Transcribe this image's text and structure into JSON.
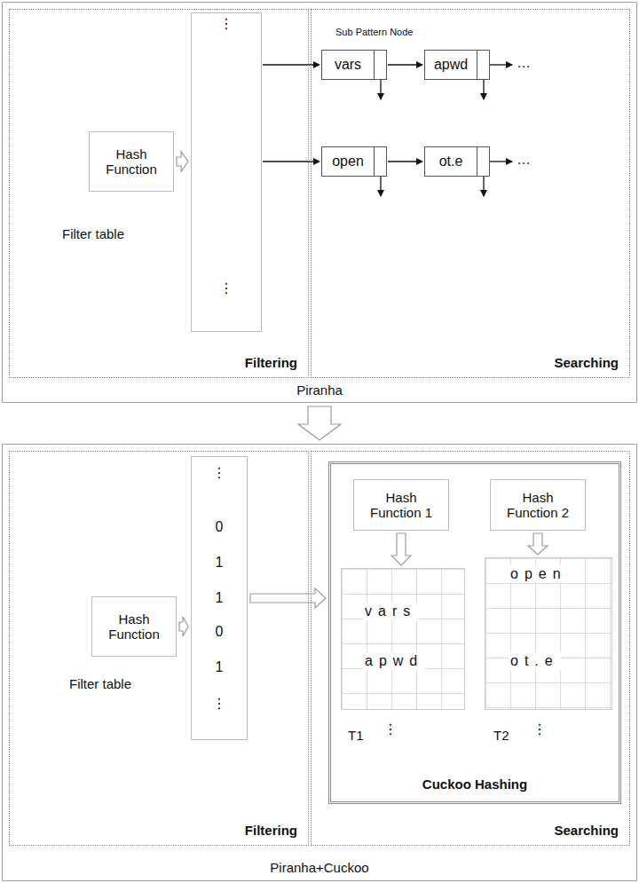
{
  "diagram": {
    "nodes": [
      {
        "text": [
          "Piranha"
        ]
      },
      {
        "text": [
          "Filtering"
        ],
        "in": 0
      },
      {
        "text": [
          "Hash Function"
        ],
        "in": 1
      },
      {
        "text": [
          "⋮",
          "⋮"
        ],
        "in": 1
      },
      {
        "text": [
          "Searching"
        ],
        "in": 0
      },
      {
        "text": [
          "vars"
        ],
        "in": 4
      },
      {
        "text": [
          "apwd"
        ],
        "in": 4
      },
      {
        "text": [
          "open"
        ],
        "in": 4
      },
      {
        "text": [
          "ot.e"
        ],
        "in": 4
      },
      {
        "text": [
          "Piranha+Cuckoo"
        ]
      },
      {
        "text": [
          "Filtering"
        ],
        "in": 9
      },
      {
        "text": [
          "Hash Function"
        ],
        "in": 10
      },
      {
        "text": [
          "⋮",
          "0",
          "1",
          "1",
          "0",
          "1",
          "⋮"
        ],
        "in": 10
      },
      {
        "text": [
          "Searching"
        ],
        "in": 9
      },
      {
        "text": [
          "Cuckoo Hashing"
        ],
        "in": 13
      },
      {
        "text": [
          "Hash Function 1"
        ],
        "in": 14
      },
      {
        "text": [
          "Hash Function 2"
        ],
        "in": 14
      },
      {
        "text": [
          "vars",
          "apwd"
        ],
        "in": 14
      },
      {
        "text": [
          "open",
          "ot.e"
        ],
        "in": 14
      }
    ],
    "edges": [
      {
        "from": 2,
        "to": 3,
        "arrow": "to"
      },
      {
        "from": 3,
        "to": 5,
        "arrow": "to"
      },
      {
        "from": 3,
        "to": 7,
        "arrow": "to"
      },
      {
        "from": 5,
        "to": 6,
        "arrow": "to"
      },
      {
        "from": 7,
        "to": 8,
        "arrow": "to"
      },
      {
        "from": 0,
        "to": 9,
        "arrow": "to"
      },
      {
        "from": 11,
        "to": 12,
        "arrow": "to"
      },
      {
        "from": 12,
        "to": 14,
        "arrow": "to"
      },
      {
        "from": 15,
        "to": 17,
        "arrow": "to"
      },
      {
        "from": 16,
        "to": 18,
        "arrow": "to"
      }
    ],
    "labels": [
      "Sub Pattern Node",
      "Filter table",
      "…",
      "…",
      "Filter table",
      "T1",
      "⋮",
      "T2",
      "⋮"
    ]
  }
}
